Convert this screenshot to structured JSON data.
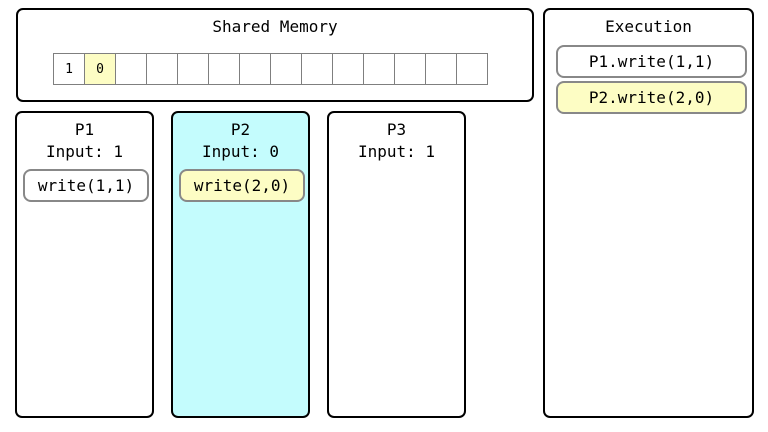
{
  "memory": {
    "title": "Shared Memory",
    "cells": [
      {
        "value": "1",
        "highlight": false
      },
      {
        "value": "0",
        "highlight": true
      },
      {
        "value": "",
        "highlight": false
      },
      {
        "value": "",
        "highlight": false
      },
      {
        "value": "",
        "highlight": false
      },
      {
        "value": "",
        "highlight": false
      },
      {
        "value": "",
        "highlight": false
      },
      {
        "value": "",
        "highlight": false
      },
      {
        "value": "",
        "highlight": false
      },
      {
        "value": "",
        "highlight": false
      },
      {
        "value": "",
        "highlight": false
      },
      {
        "value": "",
        "highlight": false
      },
      {
        "value": "",
        "highlight": false
      },
      {
        "value": "",
        "highlight": false
      }
    ]
  },
  "execution": {
    "title": "Execution",
    "steps": [
      {
        "label": "P1.write(1,1)",
        "highlight": false
      },
      {
        "label": "P2.write(2,0)",
        "highlight": true
      }
    ]
  },
  "processes": [
    {
      "name": "P1",
      "input": "Input: 1",
      "active": false,
      "ops": [
        {
          "label": "write(1,1)",
          "highlight": false
        }
      ]
    },
    {
      "name": "P2",
      "input": "Input: 0",
      "active": true,
      "ops": [
        {
          "label": "write(2,0)",
          "highlight": true
        }
      ]
    },
    {
      "name": "P3",
      "input": "Input: 1",
      "active": false,
      "ops": []
    }
  ],
  "colors": {
    "highlight": "#fdfdc4",
    "active_process": "#c4fcfd"
  }
}
